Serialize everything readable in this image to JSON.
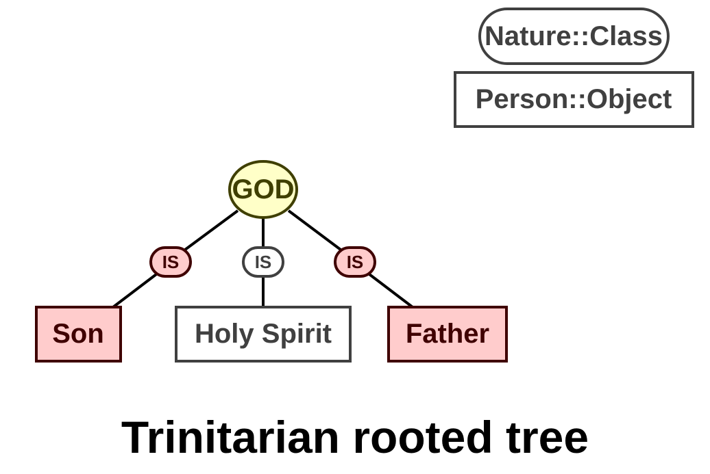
{
  "legend": {
    "class_label": "Nature::Class",
    "object_label": "Person::Object"
  },
  "nodes": {
    "root": "GOD",
    "son": "Son",
    "holy_spirit": "Holy Spirit",
    "father": "Father"
  },
  "edges": {
    "son": "IS",
    "holy_spirit": "IS",
    "father": "IS"
  },
  "caption": "Trinitarian rooted tree",
  "colors": {
    "root_fill": "#ffffc8",
    "root_stroke": "#3f3f00",
    "root_text": "#3f3f00",
    "highlight_fill": "#ffcccc",
    "highlight_stroke": "#3f0000",
    "highlight_text": "#3f0000",
    "neutral_fill": "#ffffff",
    "neutral_stroke": "#404040",
    "neutral_text": "#404040",
    "line": "#000000",
    "caption": "#000000"
  }
}
